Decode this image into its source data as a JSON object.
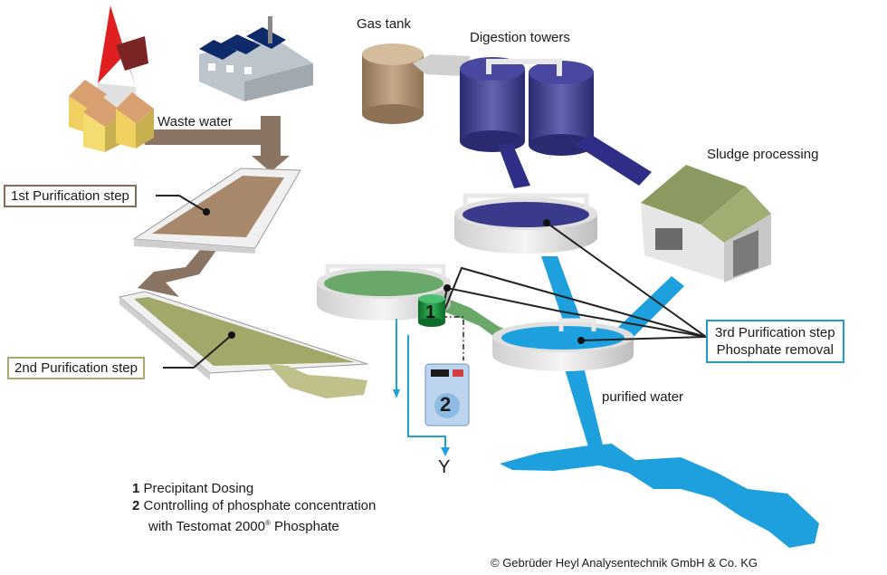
{
  "labels": {
    "gas_tank": "Gas tank",
    "digestion_towers": "Digestion towers",
    "waste_water": "Waste water",
    "sludge_processing": "Sludge processing",
    "purified_water": "purified water",
    "step1": "1st Purification step",
    "step2": "2nd Purification step",
    "step3_line1": "3rd Purification step",
    "step3_line2": "Phosphate removal",
    "dosing_marker": "1",
    "testomat_marker": "2",
    "drain_symbol": "Y"
  },
  "legend": [
    {
      "number": "1",
      "text": "Precipitant Dosing"
    },
    {
      "number": "2",
      "text": "Controlling of phosphate concentration",
      "line2": "with Testomat 2000",
      "sup": "®",
      "line2_end": " Phosphate"
    }
  ],
  "copyright": "© Gebrüder Heyl Analysentechnik GmbH & Co. KG",
  "colors": {
    "waste_water": "#8a7565",
    "digestion": "#3a3a8c",
    "gas_tank": "#a68a6a",
    "clean_water": "#1ea0de",
    "sludge_basin": "#9aa068",
    "step2_flow": "#c0c08a",
    "green_basin": "#6aa86a"
  }
}
